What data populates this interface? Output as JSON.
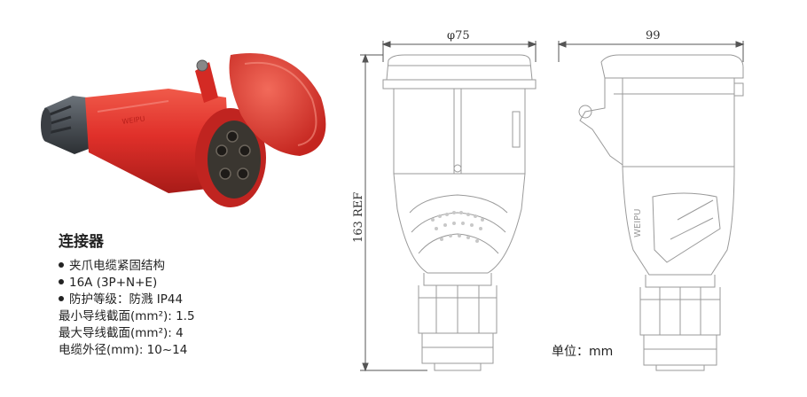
{
  "title": "连接器",
  "features": [
    {
      "text": "夹爪电缆紧固结构",
      "bullet": true
    },
    {
      "text": "16A (3P+N+E)",
      "bullet": true
    },
    {
      "text": "防护等级：防溅  IP44",
      "bullet": true
    },
    {
      "text": "最小导线截面(mm²): 1.5",
      "bullet": false
    },
    {
      "text": "最大导线截面(mm²): 4",
      "bullet": false
    },
    {
      "text": "电缆外径(mm): 10~14",
      "bullet": false
    }
  ],
  "dimensions": {
    "diameter": "φ75",
    "width": "99",
    "height": "163  REF"
  },
  "unit_label": "单位：mm",
  "colors": {
    "housing_red": "#e0302a",
    "housing_dark_red": "#b41f1b",
    "gland_gray": "#4a4f55",
    "insert_dark": "#3a3630",
    "drawing_line": "#9a9a9a"
  }
}
